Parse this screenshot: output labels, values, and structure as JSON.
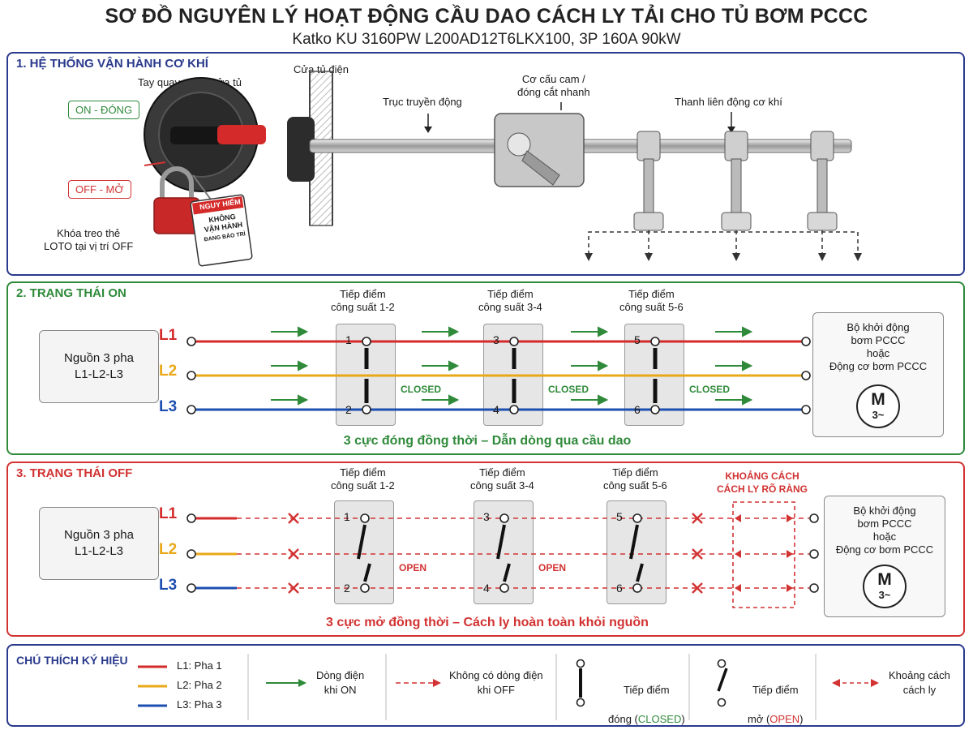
{
  "header": {
    "title": "SƠ ĐỒ NGUYÊN LÝ HOẠT ĐỘNG CẦU DAO CÁCH LY TẢI CHO TỦ BƠM PCCC",
    "subtitle": "Katko KU 3160PW L200AD12T6LKX100, 3P 160A 90kW"
  },
  "mechanical": {
    "title": "1. HỆ THỐNG VẬN HÀNH CƠ KHÍ",
    "handle_label": "Tay quay ngoài cửa tủ",
    "on_badge": "ON - ĐÓNG",
    "off_badge": "OFF - MỞ",
    "loto_label_line1": "Khóa treo thẻ",
    "loto_label_line2": "LOTO tại vị trí OFF",
    "tag_header": "NGUY HIỂM",
    "tag_line1": "KHÔNG",
    "tag_line2": "VẬN HÀNH",
    "tag_line3": "ĐANG BẢO TRÌ",
    "door_label": "Cửa tủ điện",
    "shaft_label": "Trục truyền động",
    "cam_label_line1": "Cơ cấu cam /",
    "cam_label_line2": "đóng cắt nhanh",
    "rod_label": "Thanh liên động cơ khí"
  },
  "on_state": {
    "title": "2. TRẠNG THÁI ON",
    "source": "Nguồn 3 pha\nL1-L2-L3",
    "phases": [
      "L1",
      "L2",
      "L3"
    ],
    "contacts": [
      {
        "label_line1": "Tiếp điểm",
        "label_line2": "công suất 1-2",
        "top": "1",
        "bottom": "2",
        "state": "CLOSED"
      },
      {
        "label_line1": "Tiếp điểm",
        "label_line2": "công suất 3-4",
        "top": "3",
        "bottom": "4",
        "state": "CLOSED"
      },
      {
        "label_line1": "Tiếp điểm",
        "label_line2": "công suất 5-6",
        "top": "5",
        "bottom": "6",
        "state": "CLOSED"
      }
    ],
    "load_line1": "Bộ khởi động",
    "load_line2": "bơm PCCC",
    "load_line3": "hoặc",
    "load_line4": "Động cơ bơm PCCC",
    "motor_symbol": "M",
    "motor_sub": "3~",
    "caption": "3 cực đóng đồng thời – Dẫn dòng qua cầu dao"
  },
  "off_state": {
    "title": "3. TRẠNG THÁI OFF",
    "source": "Nguồn 3 pha\nL1-L2-L3",
    "phases": [
      "L1",
      "L2",
      "L3"
    ],
    "contacts": [
      {
        "label_line1": "Tiếp điểm",
        "label_line2": "công suất 1-2",
        "top": "1",
        "bottom": "2",
        "state": "OPEN"
      },
      {
        "label_line1": "Tiếp điểm",
        "label_line2": "công suất 3-4",
        "top": "3",
        "bottom": "4",
        "state": "OPEN"
      },
      {
        "label_line1": "Tiếp điểm",
        "label_line2": "công suất 5-6",
        "top": "5",
        "bottom": "6",
        "state": ""
      }
    ],
    "gap_label_line1": "KHOẢNG CÁCH",
    "gap_label_line2": "CÁCH LY RÕ RÀNG",
    "load_line1": "Bộ khởi động",
    "load_line2": "bơm PCCC",
    "load_line3": "hoặc",
    "load_line4": "Động cơ bơm PCCC",
    "motor_symbol": "M",
    "motor_sub": "3~",
    "caption": "3 cực mở đồng thời – Cách ly hoàn toàn khỏi nguồn"
  },
  "legend": {
    "title": "CHÚ THÍCH KÝ HIỆU",
    "l1": "L1: Pha 1",
    "l2": "L2: Pha 2",
    "l3": "L3: Pha 3",
    "current_on": "Dòng điện\nkhi ON",
    "no_current": "Không có dòng điện\nkhi OFF",
    "closed_line1": "Tiếp điểm",
    "closed_line2": "đóng (",
    "closed_word": "CLOSED",
    "closed_end": ")",
    "open_line1": "Tiếp điểm",
    "open_line2": "mở (",
    "open_word": "OPEN",
    "open_end": ")",
    "isolation": "Khoảng cách\ncách ly"
  },
  "colors": {
    "l1": "#d42a2a",
    "l2": "#e9a818",
    "l3": "#1d4fb0",
    "on_green": "#2f8a3a",
    "off_red": "#d23232",
    "navy": "#2a3a8c"
  }
}
